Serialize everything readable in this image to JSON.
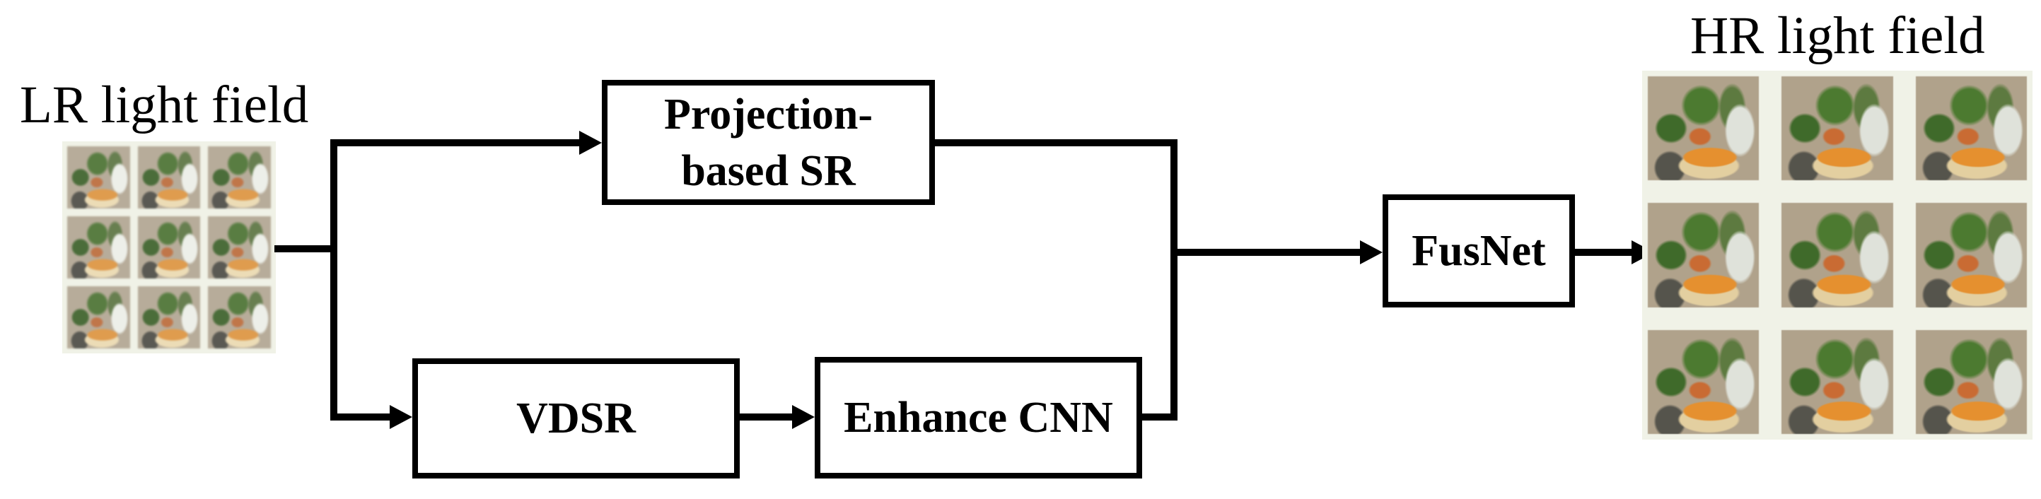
{
  "figure": {
    "input_label": "LR light field",
    "output_label": "HR light field",
    "boxes": {
      "projection": {
        "line1": "Projection-",
        "line2": "based SR"
      },
      "vdsr": {
        "label": "VDSR"
      },
      "enhance": {
        "label": "Enhance CNN"
      },
      "fusnet": {
        "label": "FusNet"
      }
    },
    "grids": {
      "lr": {
        "rows": 3,
        "cols": 3,
        "description": "3x3 array of low-resolution sub-aperture views (plant, orange bowl, white bottle scene)"
      },
      "hr": {
        "rows": 3,
        "cols": 3,
        "description": "3x3 array of high-resolution sub-aperture views (plant, orange bowl, white bottle scene)"
      }
    }
  },
  "colors": {
    "bg": "#ffffff",
    "ink": "#000000",
    "box-bg": "#ffffff",
    "grid-bg": "#f0f2e7",
    "tile-tan": "#b0a28b",
    "tile-green": "#4c7a30",
    "tile-orange": "#e5902f",
    "tile-cream": "#e3cfa0",
    "tile-bottle": "#dfe2da",
    "tile-shadow": "#55544c",
    "tile-pot": "#c96b33"
  }
}
